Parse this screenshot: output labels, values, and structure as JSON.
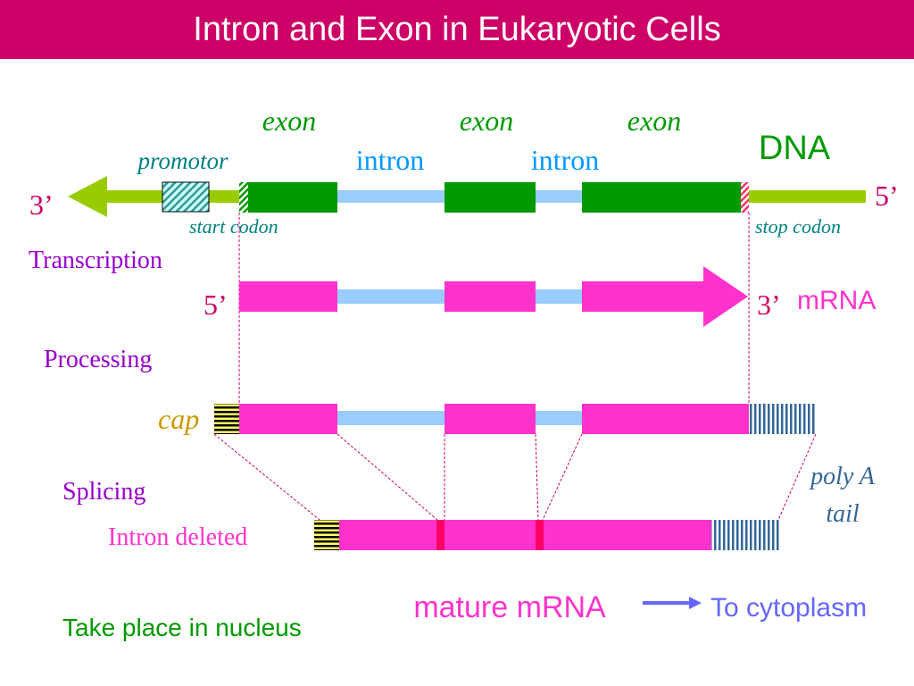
{
  "title": "Intron and Exon in Eukaryotic Cells",
  "labels": {
    "exon_1": "exon",
    "exon_2": "exon",
    "exon_3": "exon",
    "intron_1": "intron",
    "intron_2": "intron",
    "dna": "DNA",
    "promotor": "promotor",
    "dna_left_end": "3’",
    "dna_right_end": "5’",
    "start_codon": "start codon",
    "stop_codon": "stop codon",
    "transcription": "Transcription",
    "mrna_left_end": "5’",
    "mrna_right_end": "3’",
    "mrna": "mRNA",
    "processing": "Processing",
    "cap": "cap",
    "splicing": "Splicing",
    "intron_deleted": "Intron deleted",
    "poly_a_line1": "poly A",
    "poly_a_line2": "tail",
    "mature_mrna": "mature mRNA",
    "to_cytoplasm": "To cytoplasm",
    "nucleus_note": "Take place in nucleus"
  },
  "colors": {
    "banner": "#cc0066",
    "exon_dna": "#009900",
    "dna_backbone": "#99cc00",
    "intron": "#99ccff",
    "exon_rna": "#ff33cc",
    "exon_label": "#009900",
    "intron_label": "#0099ff",
    "purple_label": "#9900cc",
    "magenta_label": "#ff33cc",
    "cap_label": "#cc9900",
    "teal_label": "#008080",
    "poly_a": "#336699",
    "arrow_blue": "#6666ff",
    "splice_mark": "#ff0066"
  }
}
